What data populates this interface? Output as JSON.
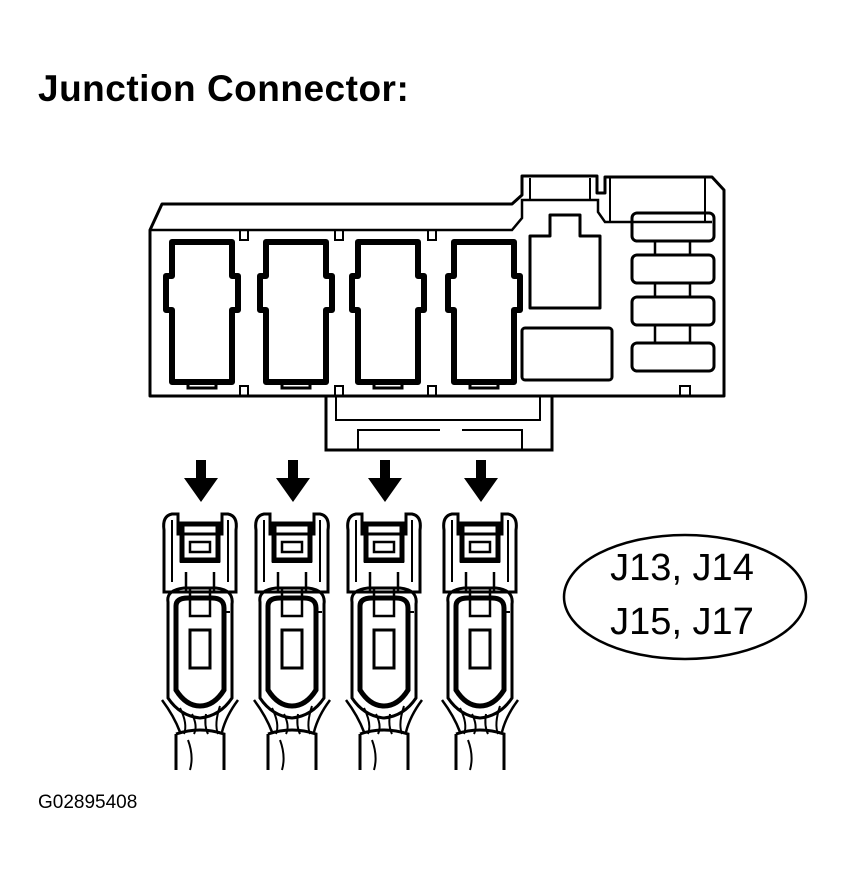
{
  "title": "Junction Connector:",
  "figure_code": "G02895408",
  "connector_ids": {
    "line1": "J13, J14",
    "line2": "J15, J17"
  },
  "terminal_count": 4,
  "icons": {
    "arrow": "down-arrow-icon",
    "terminal": "terminal-pin-icon",
    "housing": "connector-housing-icon"
  },
  "colors": {
    "line": "#000000",
    "background": "#ffffff"
  }
}
